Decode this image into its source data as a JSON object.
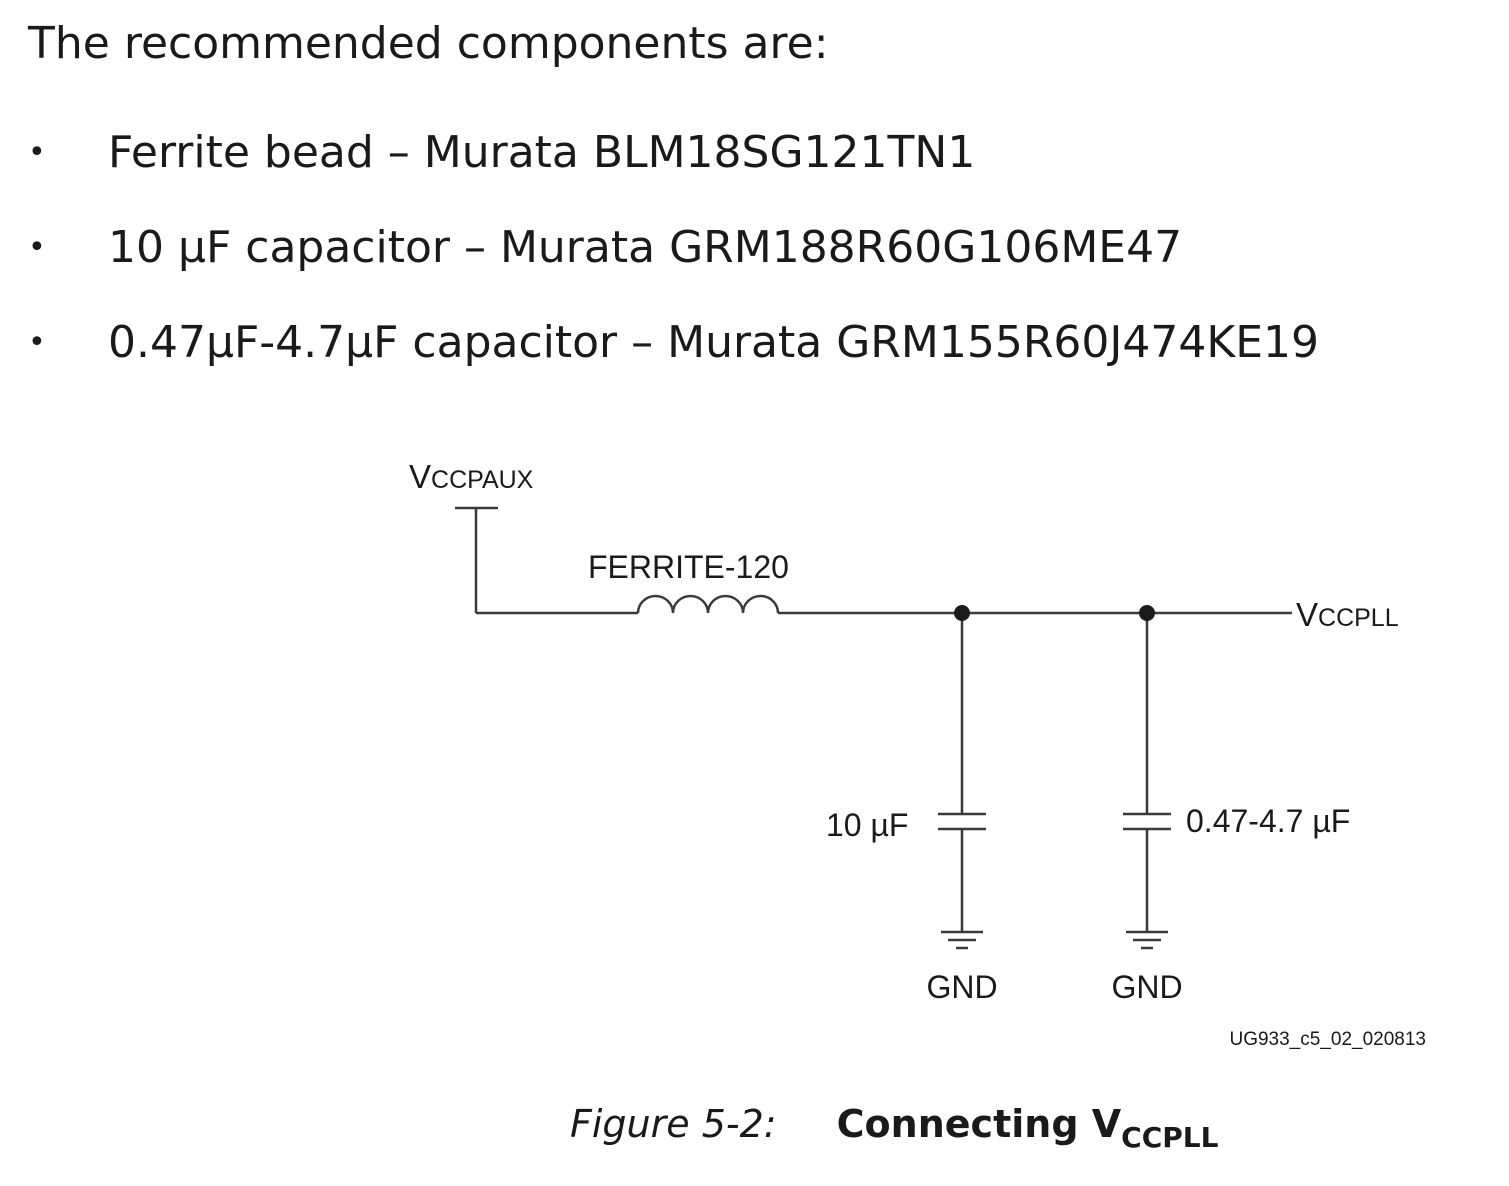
{
  "intro": "The recommended components are:",
  "bullets": [
    {
      "text": "Ferrite bead – Murata BLM18SG121TN1"
    },
    {
      "text": "10 µF capacitor – Murata GRM188R60G106ME47"
    },
    {
      "text": "0.47µF-4.7µF capacitor – Murata GRM155R60J474KE19"
    }
  ],
  "bullet_symbol": "•",
  "schematic": {
    "vccpaux_v": "V",
    "vccpaux_sub": "CCPAUX",
    "ferrite_label": "FERRITE-120",
    "vccpll_v": "V",
    "vccpll_sub": "CCPLL",
    "cap1_label": "10 µF",
    "cap2_label": "0.47-4.7 µF",
    "gnd1": "GND",
    "gnd2": "GND",
    "figure_id": "UG933_c5_02_020813"
  },
  "caption": {
    "figure_number": "Figure 5-2:",
    "title_main": "Connecting V",
    "title_sub": "CCPLL"
  }
}
